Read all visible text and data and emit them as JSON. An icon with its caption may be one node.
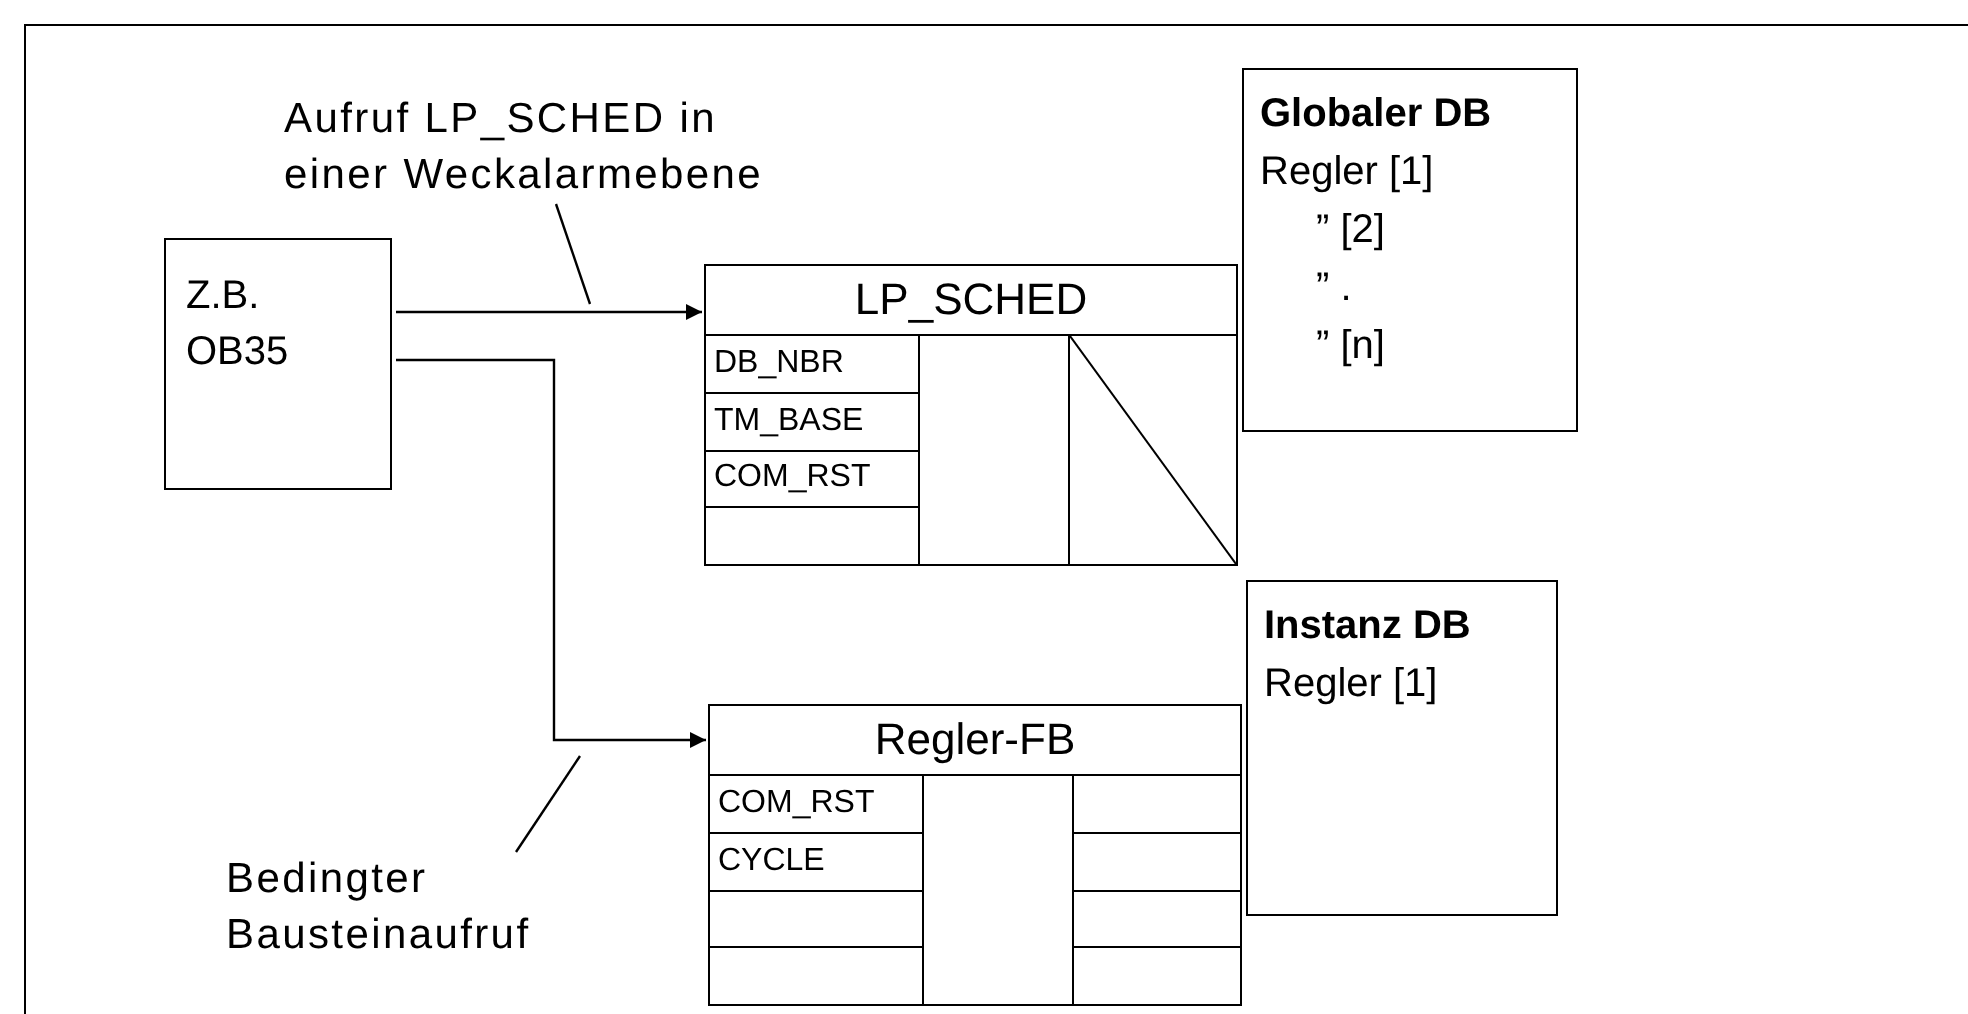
{
  "diagram": {
    "nodes": [
      {
        "text": [
          "Aufruf LP_SCHED in einer Weckalarmebene"
        ]
      },
      {
        "text": [
          "Globaler DB",
          "Regler [1]",
          "” [2]",
          "” .",
          "” [n]"
        ]
      },
      {
        "text": [
          "Z.B. OB35"
        ]
      },
      {
        "text": [
          "LP_SCHED",
          "DB_NBR",
          "TM_BASE",
          "COM_RST"
        ]
      },
      {
        "text": [
          "Instanz DB",
          "Regler [1]"
        ]
      },
      {
        "text": [
          "Regler-FB",
          "COM_RST",
          "CYCLE"
        ]
      },
      {
        "text": [
          "Bedingter Bausteinaufruf"
        ]
      }
    ],
    "edges": [
      {
        "from": 2,
        "to": 3,
        "arrow": "to"
      },
      {
        "from": 2,
        "to": 5,
        "arrow": "to"
      },
      {
        "from": 0,
        "to": null,
        "arrow": "none"
      },
      {
        "from": 6,
        "to": null,
        "arrow": "none"
      }
    ]
  }
}
